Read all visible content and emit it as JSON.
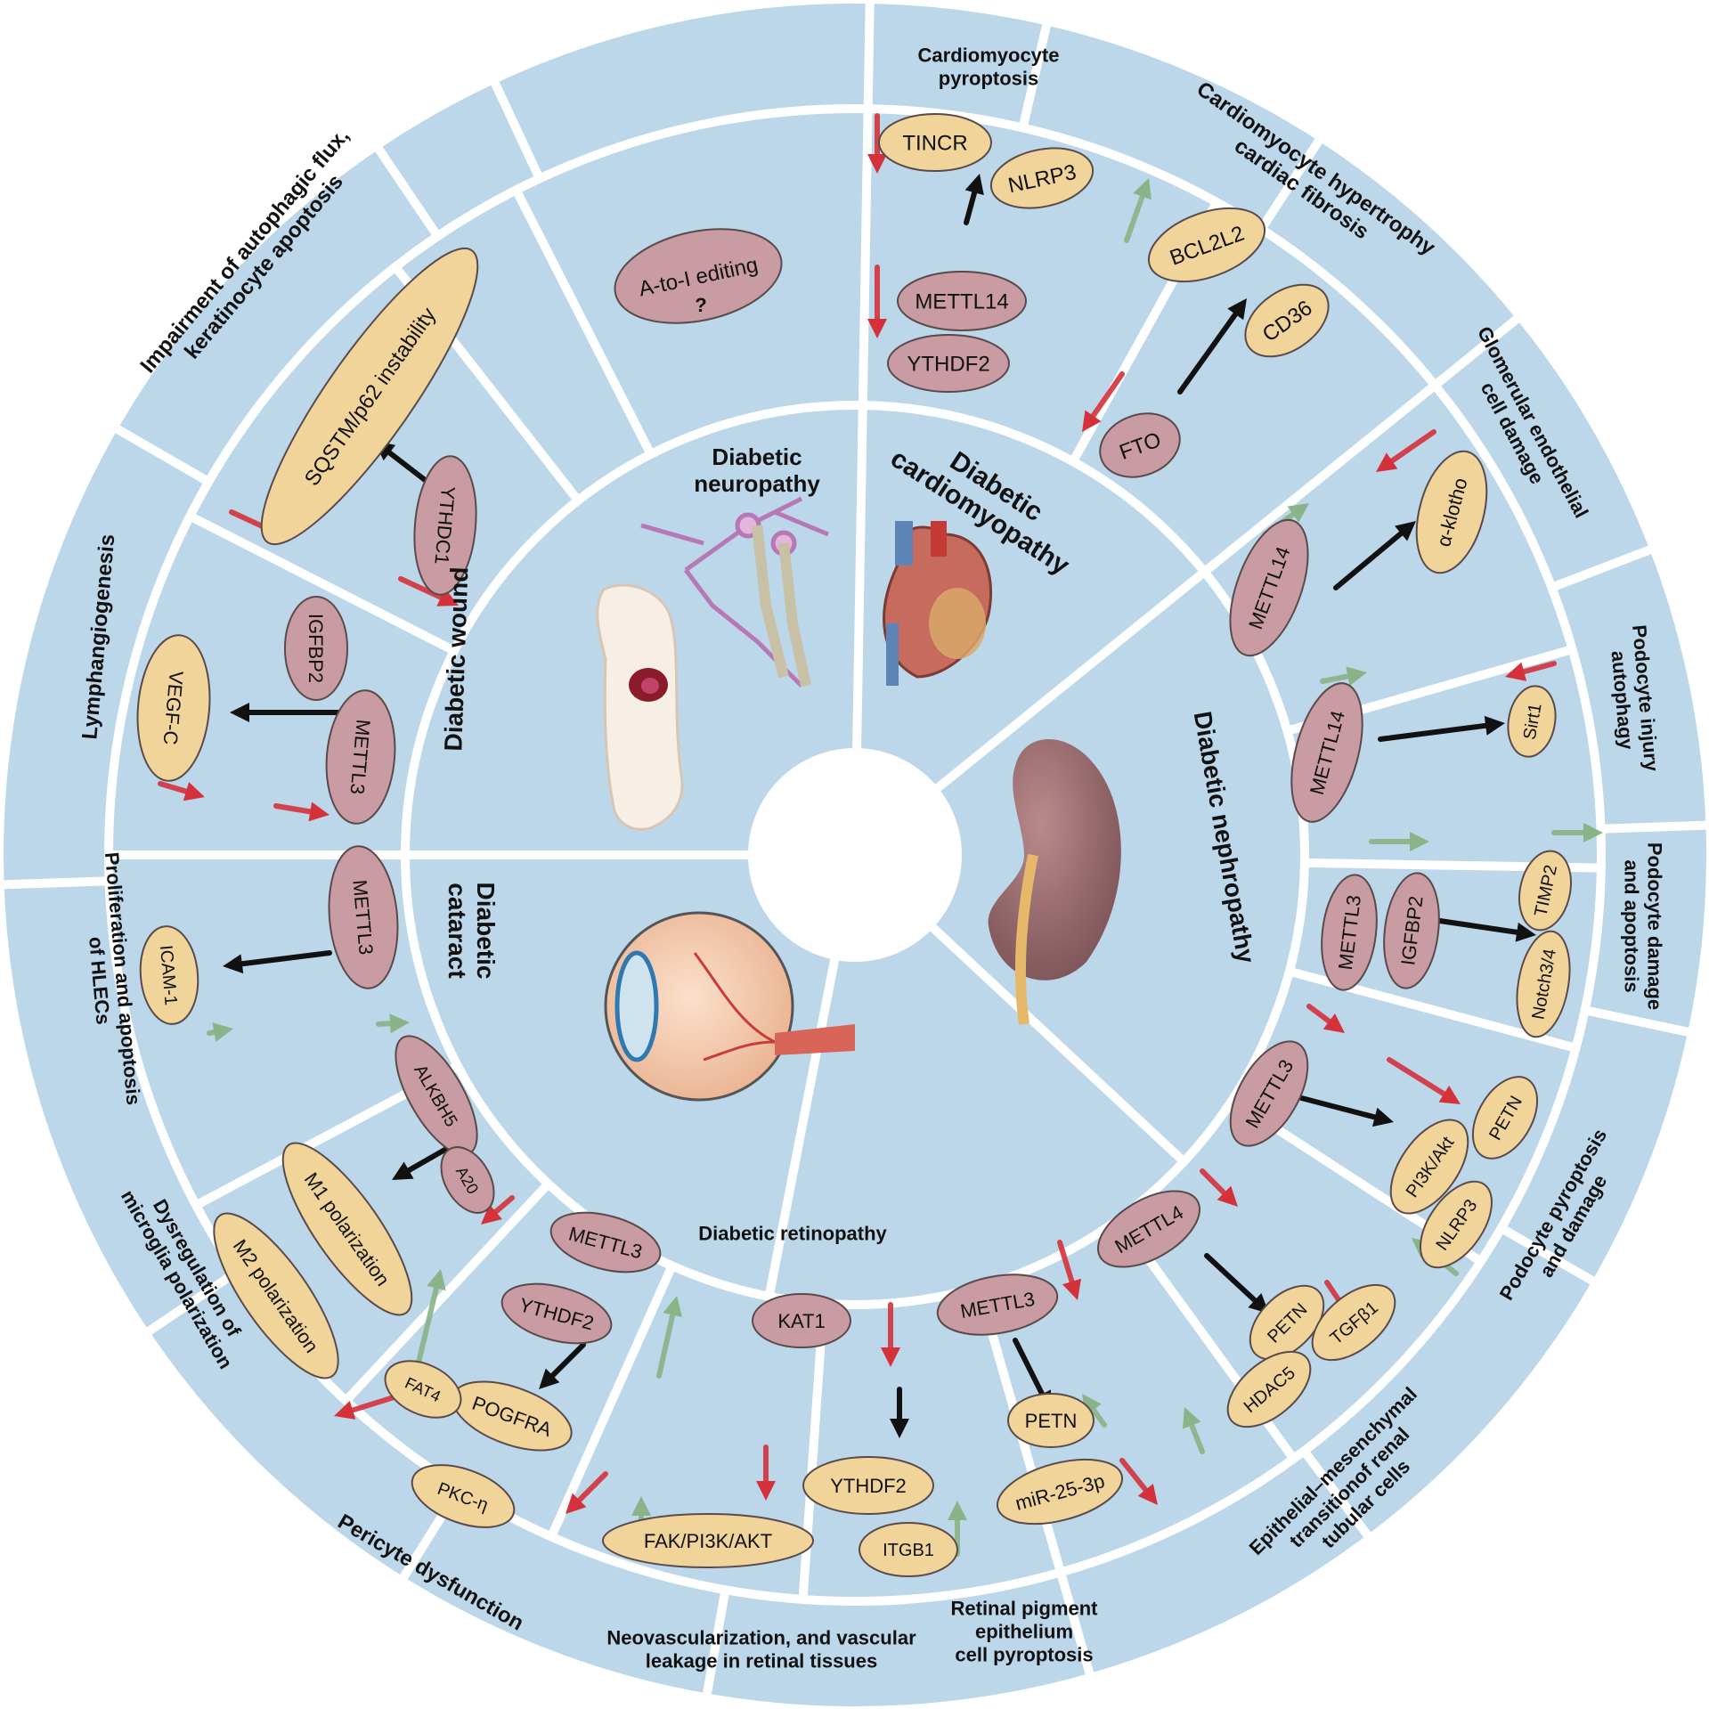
{
  "colors": {
    "outer_ring": "#bcd6ea",
    "ring_bg": "#bcd6ea",
    "divider": "#ffffff",
    "pink_node": "#c99ba2",
    "yellow_node": "#f0d49a",
    "node_stroke": "#5a4a4a",
    "arrow_up": "#8ab487",
    "arrow_down": "#d5313b",
    "arrow_black": "#111111"
  },
  "diseases": {
    "neuropathy": [
      "Diabetic",
      "neuropathy"
    ],
    "cardiomyopathy": [
      "Diabetic",
      "cardiomyopathy"
    ],
    "nephropathy": "Diabetic nephropathy",
    "retinopathy": "Diabetic retinopathy",
    "cataract": [
      "Diabetic",
      "cataract"
    ],
    "wound": "Diabetic wound"
  },
  "outer_labels": {
    "cardiomyocyte_pyroptosis": [
      "Cardiomyocyte",
      "pyroptosis"
    ],
    "hypertrophy": [
      "Cardiomyocyte hypertrophy",
      "cardiac fibrosis"
    ],
    "glomerular": [
      "Glomerular endothelial",
      "cell damage"
    ],
    "podocyte_injury": [
      "Podocyte injury",
      "autophagy"
    ],
    "podocyte_damage": [
      "Podocyte damage",
      "and apoptosis"
    ],
    "podocyte_pyroptosis": [
      "Podocyte pyroptosis",
      "and damage"
    ],
    "emt": [
      "Epithelial–mesenchymal",
      "transitionof renal",
      "tubular cells"
    ],
    "rpe": [
      "Retinal pigment",
      "epithelium",
      "cell pyroptosis"
    ],
    "neovascularization": [
      "Neovascularization, and vascular",
      "leakage in retinal tissues"
    ],
    "pericyte": "Pericyte dysfunction",
    "microglia": [
      "Dysregulation of",
      "microglia polarization"
    ],
    "hlecs": [
      "Proliferation and apoptosis",
      "of HLECs"
    ],
    "lymphangiogenesis": "Lymphangiogenesis",
    "autophagic": [
      "Impairment of autophagic flux,",
      "keratinocyte apoptosis"
    ]
  },
  "nodes": {
    "a_to_i": "A-to-I editing",
    "question": "?",
    "tincr": "TINCR",
    "nlrp3_cardio": "NLRP3",
    "mettl14_cardio": "METTL14",
    "ythdf2_cardio": "YTHDF2",
    "bcl2l2": "BCL2L2",
    "cd36": "CD36",
    "fto": "FTO",
    "a_klotho": "α-klotho",
    "mettl14_glom": "METTL14",
    "mettl14_podo": "METTL14",
    "sirt1": "Sirt1",
    "mettl3_podo": "METTL3",
    "igfbp2_podo": "IGFBP2",
    "timp2": "TIMP2",
    "notch": "Notch3/4",
    "mettl3_pyro": "METTL3",
    "pi3k": "PI3K/Akt",
    "petn_pyro": "PETN",
    "nlrp3_pyro": "NLRP3",
    "mettl4": "METTL4",
    "petn_emt": "PETN",
    "tgfb1": "TGFβ1",
    "hdac5": "HDAC5",
    "mettl3_rpe": "METTL3",
    "petn_rpe": "PETN",
    "mir": "miR-25-3p",
    "kat1": "KAT1",
    "ythdf2_neo": "YTHDF2",
    "fak": "FAK/PI3K/AKT",
    "itgb1": "ITGB1",
    "mettl3_peri": "METTL3",
    "ythdf2_peri": "YTHDF2",
    "pogfra": "POGFRA",
    "fat4": "FAT4",
    "pkc": "PKC-η",
    "alkbh5": "ALKBH5",
    "a20": "A20",
    "m1": "M1 polarization",
    "m2": "M2 polarization",
    "mettl3_cat": "METTL3",
    "icam1": "ICAM-1",
    "igfbp2_lym": "IGFBP2",
    "mettl3_lym": "METTL3",
    "vegfc": "VEGF-C",
    "ythdc1": "YTHDC1",
    "sqstm": "SQSTM/p62 instability"
  }
}
